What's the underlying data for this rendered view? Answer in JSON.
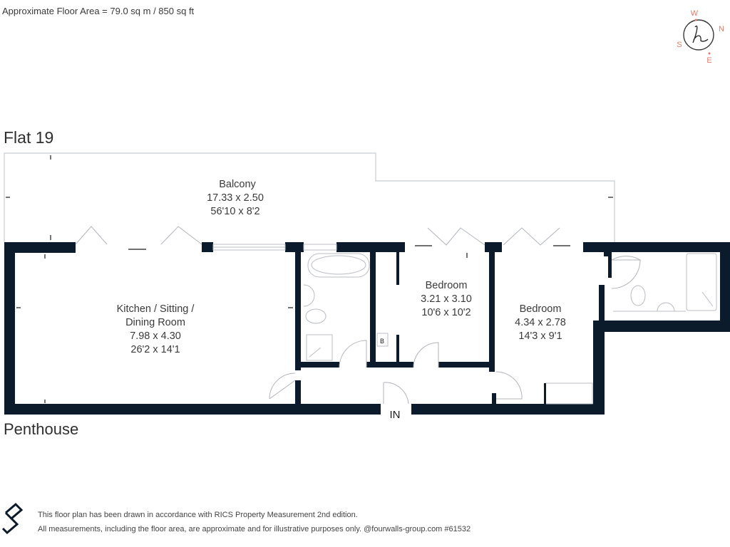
{
  "header": {
    "floor_area": "Approximate Floor Area = 79.0 sq m / 850 sq ft"
  },
  "compass": {
    "logo": "h",
    "north": "N",
    "south": "S",
    "east": "E",
    "west": "W",
    "accent_color": "#e07a6a"
  },
  "plan": {
    "title": "Flat 19",
    "subtitle": "Penthouse",
    "entrance_label": "IN",
    "boiler_label": "B",
    "wall_color": "#0c1b2b",
    "rooms": [
      {
        "name": "Balcony",
        "metric": "17.33 x 2.50",
        "imperial": "56'10 x 8'2"
      },
      {
        "name_line1": "Kitchen / Sitting /",
        "name_line2": "Dining Room",
        "metric": "7.98 x 4.30",
        "imperial": "26'2 x 14'1"
      },
      {
        "name": "Bedroom",
        "metric": "3.21 x 3.10",
        "imperial": "10'6 x 10'2"
      },
      {
        "name": "Bedroom",
        "metric": "4.34 x 2.78",
        "imperial": "14'3 x 9'1"
      }
    ]
  },
  "footer": {
    "logo_icon": "fourwalls-logo-icon",
    "line1": "This floor plan has been drawn in accordance with RICS Property Measurement 2nd edition.",
    "line2": "All measurements, including the floor area, are approximate and for illustrative purposes only. @fourwalls-group.com #61532"
  }
}
